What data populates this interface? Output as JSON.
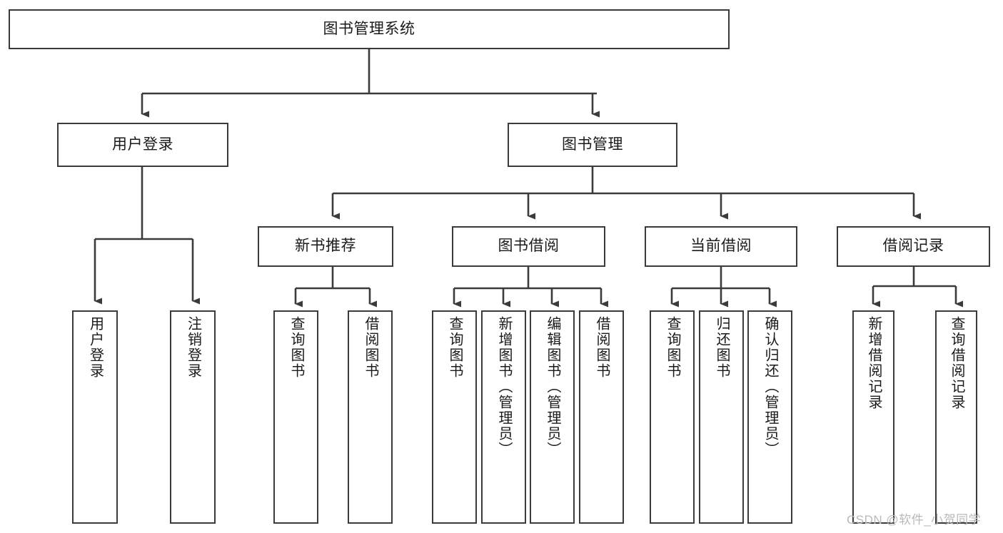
{
  "diagram": {
    "title": "图书管理系统",
    "type": "tree",
    "root": {
      "id": "root",
      "label": "图书管理系统",
      "orientation": "horizontal"
    },
    "level1": [
      {
        "id": "user-login",
        "label": "用户登录",
        "orientation": "horizontal"
      },
      {
        "id": "book-management",
        "label": "图书管理",
        "orientation": "horizontal"
      }
    ],
    "level2": [
      {
        "id": "new-book-recommend",
        "label": "新书推荐",
        "parent": "book-management",
        "orientation": "horizontal"
      },
      {
        "id": "book-borrow",
        "label": "图书借阅",
        "parent": "book-management",
        "orientation": "horizontal"
      },
      {
        "id": "current-borrow",
        "label": "当前借阅",
        "parent": "book-management",
        "orientation": "horizontal"
      },
      {
        "id": "borrow-record",
        "label": "借阅记录",
        "parent": "book-management",
        "orientation": "horizontal"
      }
    ],
    "leaves": [
      {
        "id": "leaf-user-login",
        "label": "用户登录",
        "parent": "user-login",
        "orientation": "vertical"
      },
      {
        "id": "leaf-logout",
        "label": "注销登录",
        "parent": "user-login",
        "orientation": "vertical"
      },
      {
        "id": "leaf-query-book-1",
        "label": "查询图书",
        "parent": "new-book-recommend",
        "orientation": "vertical"
      },
      {
        "id": "leaf-borrow-book-1",
        "label": "借阅图书",
        "parent": "new-book-recommend",
        "orientation": "vertical"
      },
      {
        "id": "leaf-query-book-2",
        "label": "查询图书",
        "parent": "book-borrow",
        "orientation": "vertical"
      },
      {
        "id": "leaf-add-book",
        "label": "新增图书（管理员）",
        "parent": "book-borrow",
        "orientation": "vertical"
      },
      {
        "id": "leaf-edit-book",
        "label": "编辑图书（管理员）",
        "parent": "book-borrow",
        "orientation": "vertical"
      },
      {
        "id": "leaf-borrow-book-2",
        "label": "借阅图书",
        "parent": "book-borrow",
        "orientation": "vertical"
      },
      {
        "id": "leaf-query-book-3",
        "label": "查询图书",
        "parent": "current-borrow",
        "orientation": "vertical"
      },
      {
        "id": "leaf-return-book",
        "label": "归还图书",
        "parent": "current-borrow",
        "orientation": "vertical"
      },
      {
        "id": "leaf-confirm-return",
        "label": "确认归还（管理员）",
        "parent": "current-borrow",
        "orientation": "vertical"
      },
      {
        "id": "leaf-add-record",
        "label": "新增借阅记录",
        "parent": "borrow-record",
        "orientation": "vertical"
      },
      {
        "id": "leaf-query-record",
        "label": "查询借阅记录",
        "parent": "borrow-record",
        "orientation": "vertical"
      }
    ],
    "colors": {
      "stroke": "#3b3b3b",
      "fill": "#ffffff",
      "text": "#1a1a1a",
      "watermark": "#b9b9b9"
    }
  },
  "watermark": {
    "text": "CSDN @软件_小贺同学"
  }
}
